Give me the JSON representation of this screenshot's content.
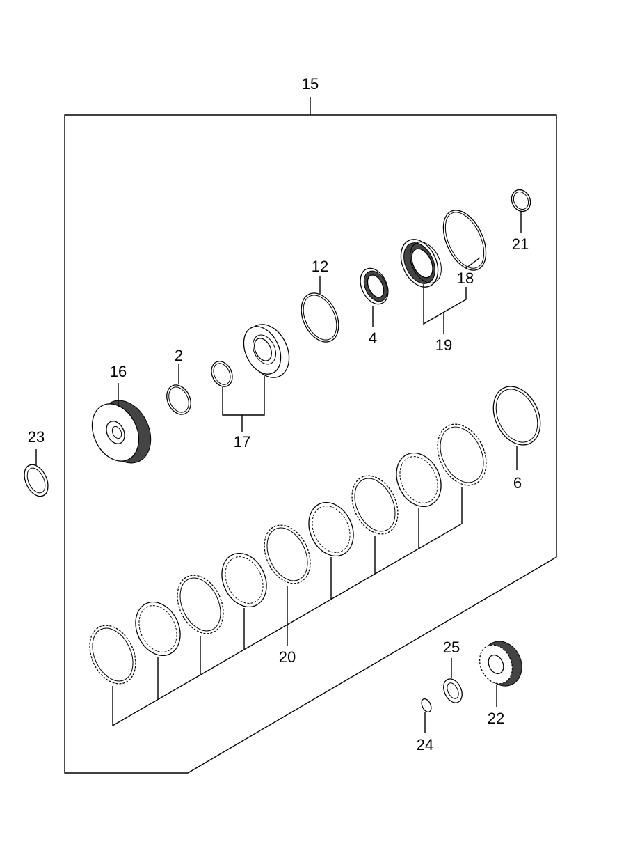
{
  "labels": {
    "p15": "15",
    "p21": "21",
    "p18": "18",
    "p12": "12",
    "p4": "4",
    "p19": "19",
    "p16": "16",
    "p2": "2",
    "p17": "17",
    "p23": "23",
    "p6": "6",
    "p20": "20",
    "p25": "25",
    "p22": "22",
    "p24": "24"
  },
  "colors": {
    "line": "#000000",
    "background": "#ffffff"
  }
}
